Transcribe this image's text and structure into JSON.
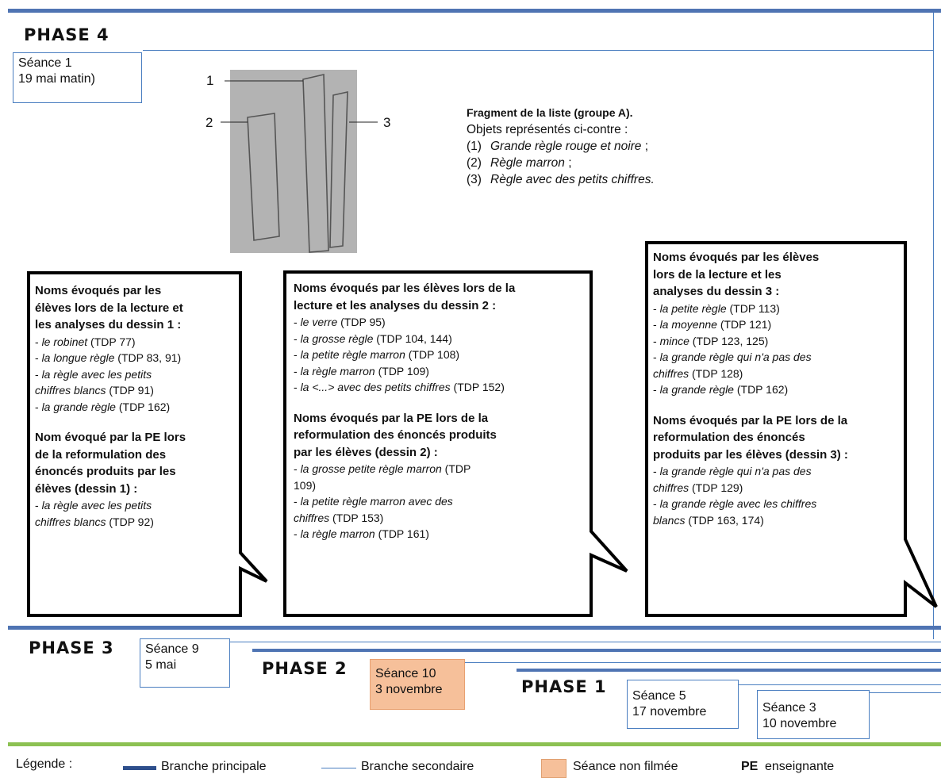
{
  "phase4": {
    "title": "PHASE 4",
    "seance": [
      "Séance 1",
      "19 mai matin)"
    ],
    "drawing_labels": [
      "1",
      "2",
      "3"
    ],
    "fragment": {
      "heading": "Fragment de la liste (groupe A).",
      "intro": "Objets représentés ci-contre :",
      "items": [
        {
          "num": "(1)",
          "text": "Grande règle rouge et noire",
          "suffix": " ;"
        },
        {
          "num": "(2)",
          "text": "Règle marron",
          "suffix": " ;"
        },
        {
          "num": "(3)",
          "text": "Règle avec des petits chiffres.",
          "suffix": ""
        }
      ]
    }
  },
  "bubbles": [
    {
      "blocks": [
        {
          "heading": [
            "Noms évoqués par les",
            "élèves lors de la lecture et",
            "les analyses du dessin 1 :"
          ],
          "items": [
            [
              {
                "t": "- ",
                "i": false
              },
              {
                "t": "le robinet",
                "i": true
              },
              {
                "t": " (TDP 77)",
                "i": false
              }
            ],
            [
              {
                "t": "- ",
                "i": false
              },
              {
                "t": "la longue règle",
                "i": true
              },
              {
                "t": " (TDP 83, 91)",
                "i": false
              }
            ],
            [
              {
                "t": "- ",
                "i": false
              },
              {
                "t": "la règle avec les petits",
                "i": true
              }
            ],
            [
              {
                "t": "chiffres blancs",
                "i": true
              },
              {
                "t": " (TDP 91)",
                "i": false
              }
            ],
            [
              {
                "t": "- ",
                "i": false
              },
              {
                "t": "la grande règle",
                "i": true
              },
              {
                "t": " (TDP 162)",
                "i": false
              }
            ]
          ]
        },
        {
          "heading": [
            "Nom évoqué par la PE lors",
            "de la reformulation des",
            "énoncés produits par les",
            "élèves (dessin 1) :"
          ],
          "items": [
            [
              {
                "t": "- ",
                "i": false
              },
              {
                "t": "la règle avec les petits",
                "i": true
              }
            ],
            [
              {
                "t": "chiffres blancs",
                "i": true
              },
              {
                "t": " (TDP 92)",
                "i": false
              }
            ]
          ]
        }
      ]
    },
    {
      "blocks": [
        {
          "heading": [
            "Noms évoqués par les élèves lors de la",
            "lecture et les analyses du dessin 2 :"
          ],
          "items": [
            [
              {
                "t": "- ",
                "i": false
              },
              {
                "t": "le verre",
                "i": true
              },
              {
                "t": " (TDP 95)",
                "i": false
              }
            ],
            [
              {
                "t": "- ",
                "i": false
              },
              {
                "t": "la grosse règle",
                "i": true
              },
              {
                "t": " (TDP 104, 144)",
                "i": false
              }
            ],
            [
              {
                "t": "- ",
                "i": false
              },
              {
                "t": "la petite règle marron",
                "i": true
              },
              {
                "t": " (TDP 108)",
                "i": false
              }
            ],
            [
              {
                "t": "- ",
                "i": false
              },
              {
                "t": "la règle marron",
                "i": true
              },
              {
                "t": " (TDP 109)",
                "i": false
              }
            ],
            [
              {
                "t": "- ",
                "i": false
              },
              {
                "t": "la <...> avec des petits chiffres",
                "i": true
              },
              {
                "t": " (TDP 152)",
                "i": false
              }
            ]
          ]
        },
        {
          "heading": [
            "Noms évoqués par la PE lors de la",
            "reformulation des énoncés produits",
            "par les élèves (dessin 2) :"
          ],
          "items": [
            [
              {
                "t": "- ",
                "i": false
              },
              {
                "t": "la grosse petite règle marron",
                "i": true
              },
              {
                "t": " (TDP",
                "i": false
              }
            ],
            [
              {
                "t": "109)",
                "i": false
              }
            ],
            [
              {
                "t": "- ",
                "i": false
              },
              {
                "t": "la petite règle marron avec des",
                "i": true
              }
            ],
            [
              {
                "t": "chiffres",
                "i": true
              },
              {
                "t": " (TDP 153)",
                "i": false
              }
            ],
            [
              {
                "t": "- ",
                "i": false
              },
              {
                "t": "la règle marron",
                "i": true
              },
              {
                "t": " (TDP 161)",
                "i": false
              }
            ]
          ]
        }
      ]
    },
    {
      "blocks": [
        {
          "heading": [
            "Noms évoqués par les élèves",
            "lors de la lecture et les",
            "analyses du dessin 3 :"
          ],
          "items": [
            [
              {
                "t": "- ",
                "i": false
              },
              {
                "t": "la petite règle",
                "i": true
              },
              {
                "t": " (TDP 113)",
                "i": false
              }
            ],
            [
              {
                "t": "- ",
                "i": false
              },
              {
                "t": "la moyenne",
                "i": true
              },
              {
                "t": " (TDP 121)",
                "i": false
              }
            ],
            [
              {
                "t": "- ",
                "i": false
              },
              {
                "t": "mince",
                "i": true
              },
              {
                "t": " (TDP 123, 125)",
                "i": false
              }
            ],
            [
              {
                "t": "- ",
                "i": false
              },
              {
                "t": "la grande règle qui n'a pas des",
                "i": true
              }
            ],
            [
              {
                "t": "chiffres",
                "i": true
              },
              {
                "t": " (TDP 128)",
                "i": false
              }
            ],
            [
              {
                "t": "- ",
                "i": false
              },
              {
                "t": "la grande règle",
                "i": true
              },
              {
                "t": " (TDP 162)",
                "i": false
              }
            ]
          ]
        },
        {
          "heading": [
            "Noms évoqués par la PE lors de la",
            "reformulation des énoncés",
            "produits par les élèves (dessin 3) :"
          ],
          "items": [
            [
              {
                "t": "- ",
                "i": false
              },
              {
                "t": "la grande règle qui n'a pas des",
                "i": true
              }
            ],
            [
              {
                "t": "chiffres",
                "i": true
              },
              {
                "t": " (TDP 129)",
                "i": false
              }
            ],
            [
              {
                "t": "- ",
                "i": false
              },
              {
                "t": "la grande règle avec les chiffres",
                "i": true
              }
            ],
            [
              {
                "t": "blancs",
                "i": true
              },
              {
                "t": " (TDP 163, 174)",
                "i": false
              }
            ]
          ]
        }
      ]
    }
  ],
  "phase3": {
    "title": "PHASE 3",
    "seance": [
      "Séance 9",
      "5 mai"
    ]
  },
  "phase2": {
    "title": "PHASE 2",
    "seance": [
      "Séance 10",
      "3 novembre"
    ]
  },
  "phase1": {
    "title": "PHASE 1",
    "seance_a": [
      "Séance 5",
      "17 novembre"
    ],
    "seance_b": [
      "Séance 3",
      "10 novembre"
    ]
  },
  "legend": {
    "label": "Légende :",
    "main_branch": "Branche principale",
    "secondary_branch": "Branche secondaire",
    "unfilmed": "Séance non filmée",
    "pe_abbr": "PE",
    "pe_text": "enseignante"
  },
  "colors": {
    "main": "#2e4f8c",
    "secondary": "#4a7ec0",
    "green": "#8cc152",
    "unfilmed": "#f6c09a"
  }
}
